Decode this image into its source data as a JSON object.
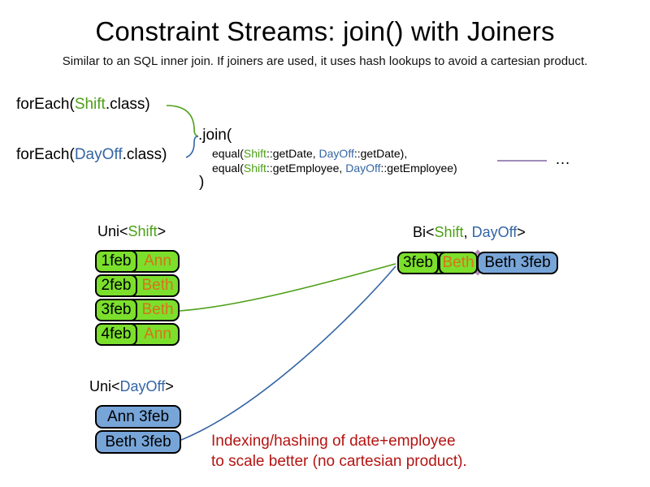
{
  "slide": {
    "title": "Constraint Streams: join() with Joiners",
    "subtitle": "Similar to an SQL inner join. If joiners are used, it uses hash lookups to avoid a cartesian product."
  },
  "code": {
    "foreach_shift": {
      "prefix": "forEach(",
      "class_name": "Shift",
      "suffix": ".class)"
    },
    "foreach_dayoff": {
      "prefix": "forEach(",
      "class_name": "DayOff",
      "suffix": ".class)"
    },
    "join_open": ".join(",
    "join_close": ")",
    "ellipsis": "…",
    "joiner_date": {
      "fn": "equal(",
      "shift": "Shift",
      "mid": "::getDate, ",
      "dayoff": "DayOff",
      "end": "::getDate),"
    },
    "joiner_employee": {
      "fn": "equal(",
      "shift": "Shift",
      "mid": "::getEmployee, ",
      "dayoff": "DayOff",
      "end": "::getEmployee)"
    }
  },
  "uni_shift": {
    "label": {
      "prefix": "Uni<",
      "type": "Shift",
      "suffix": ">"
    },
    "rows": [
      {
        "date": "1feb",
        "employee": "Ann"
      },
      {
        "date": "2feb",
        "employee": "Beth"
      },
      {
        "date": "3feb",
        "employee": "Beth"
      },
      {
        "date": "4feb",
        "employee": "Ann"
      }
    ]
  },
  "uni_dayoff": {
    "label": {
      "prefix": "Uni<",
      "type": "DayOff",
      "suffix": ">"
    },
    "rows": [
      {
        "text": "Ann 3feb"
      },
      {
        "text": "Beth 3feb"
      }
    ]
  },
  "bi": {
    "label": {
      "prefix": "Bi<",
      "shift": "Shift",
      "comma": ", ",
      "dayoff": "DayOff",
      "suffix": ">"
    },
    "shift_date": "3feb",
    "shift_employee": "Beth",
    "dayoff_text": "Beth 3feb"
  },
  "annotation": {
    "line1": "Indexing/hashing of date+employee",
    "line2": "to scale better (no cartesian product)."
  },
  "colors": {
    "shift_green_text": "#4d9f16",
    "dayoff_blue_text": "#3465a4",
    "employee_orange_text": "#d9731a",
    "shift_green_fill": "#7bdf2c",
    "dayoff_blue_fill": "#77a5d8",
    "annotation_red_text": "#b41412",
    "connector_purple": "#8064a2"
  }
}
